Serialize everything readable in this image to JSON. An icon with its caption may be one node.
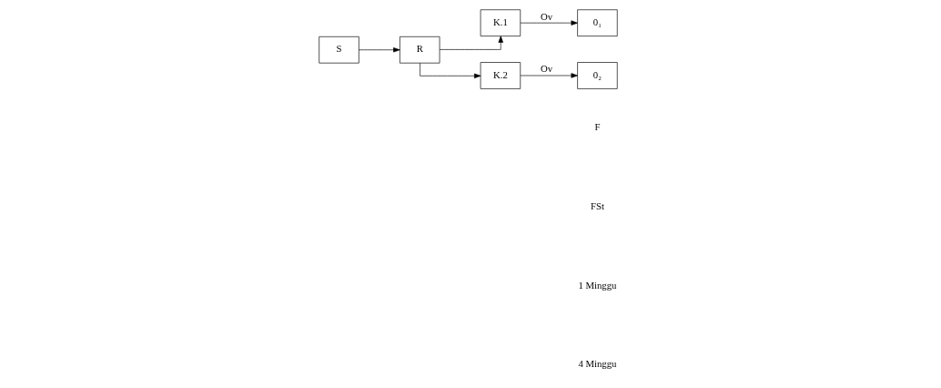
{
  "diagram": {
    "nodes": [
      {
        "text": [
          "S"
        ]
      },
      {
        "text": [
          "R"
        ]
      },
      {
        "text": [
          "K.1"
        ]
      },
      {
        "text": [
          "K.2"
        ]
      },
      {
        "text": [
          "0₁"
        ]
      },
      {
        "text": [
          "0₂"
        ]
      }
    ],
    "edges": [
      {
        "from": 0,
        "to": 1,
        "arrow": "to"
      },
      {
        "from": 1,
        "to": 2,
        "arrow": "to"
      },
      {
        "from": 1,
        "to": 3,
        "arrow": "to"
      },
      {
        "from": 2,
        "to": 4,
        "arrow": "to",
        "label": "Ov"
      },
      {
        "from": 3,
        "to": 5,
        "arrow": "to",
        "label": "Ov"
      }
    ],
    "labels": [
      "F",
      "FSt",
      "1 Minggu",
      "4 Minggu"
    ]
  }
}
